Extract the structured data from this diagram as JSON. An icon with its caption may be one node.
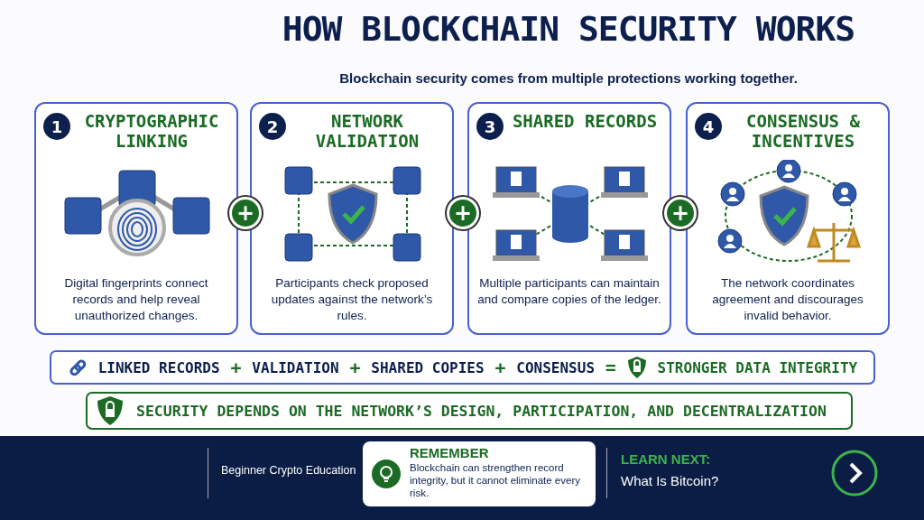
{
  "diagram": {
    "title": "HOW BLOCKCHAIN SECURITY WORKS",
    "nodes": [
      {
        "text": [
          "CRYPTOGRAPHIC LINKING",
          "Digital fingerprints connect records and help reveal unauthorized changes."
        ]
      },
      {
        "text": [
          "1"
        ],
        "in": 0
      },
      {
        "text": [
          "+"
        ]
      },
      {
        "text": [
          "NETWORK VALIDATION",
          "Participants check proposed updates against the network’s rules."
        ]
      },
      {
        "text": [
          "2"
        ],
        "in": 3
      },
      {
        "text": [
          "+"
        ]
      },
      {
        "text": [
          "SHARED RECORDS",
          "Multiple participants can maintain and compare copies of the ledger."
        ]
      },
      {
        "text": [
          "3"
        ],
        "in": 6
      },
      {
        "text": [
          "+"
        ]
      },
      {
        "text": [
          "CONSENSUS & INCENTIVES",
          "The network coordinates agreement and discourages invalid behavior."
        ]
      },
      {
        "text": [
          "4"
        ],
        "in": 9
      },
      {
        "text": [
          "LINKED RECORDS",
          "+",
          "VALIDATION",
          "+",
          "SHARED COPIES",
          "+",
          "CONSENSUS",
          "=",
          "STRONGER DATA INTEGRITY"
        ]
      },
      {
        "text": [
          "SECURITY DEPENDS ON THE NETWORK’S DESIGN, PARTICIPATION, AND DECENTRALIZATION"
        ]
      },
      {
        "text": [
          "REMEMBER",
          "Blockchain can strengthen record integrity, but it cannot eliminate every risk."
        ]
      }
    ],
    "edges": [],
    "labels": [
      "Blockchain security comes from multiple protections working together.",
      "Beginner Crypto Education",
      "LEARN NEXT:",
      "What Is Bitcoin?"
    ]
  }
}
